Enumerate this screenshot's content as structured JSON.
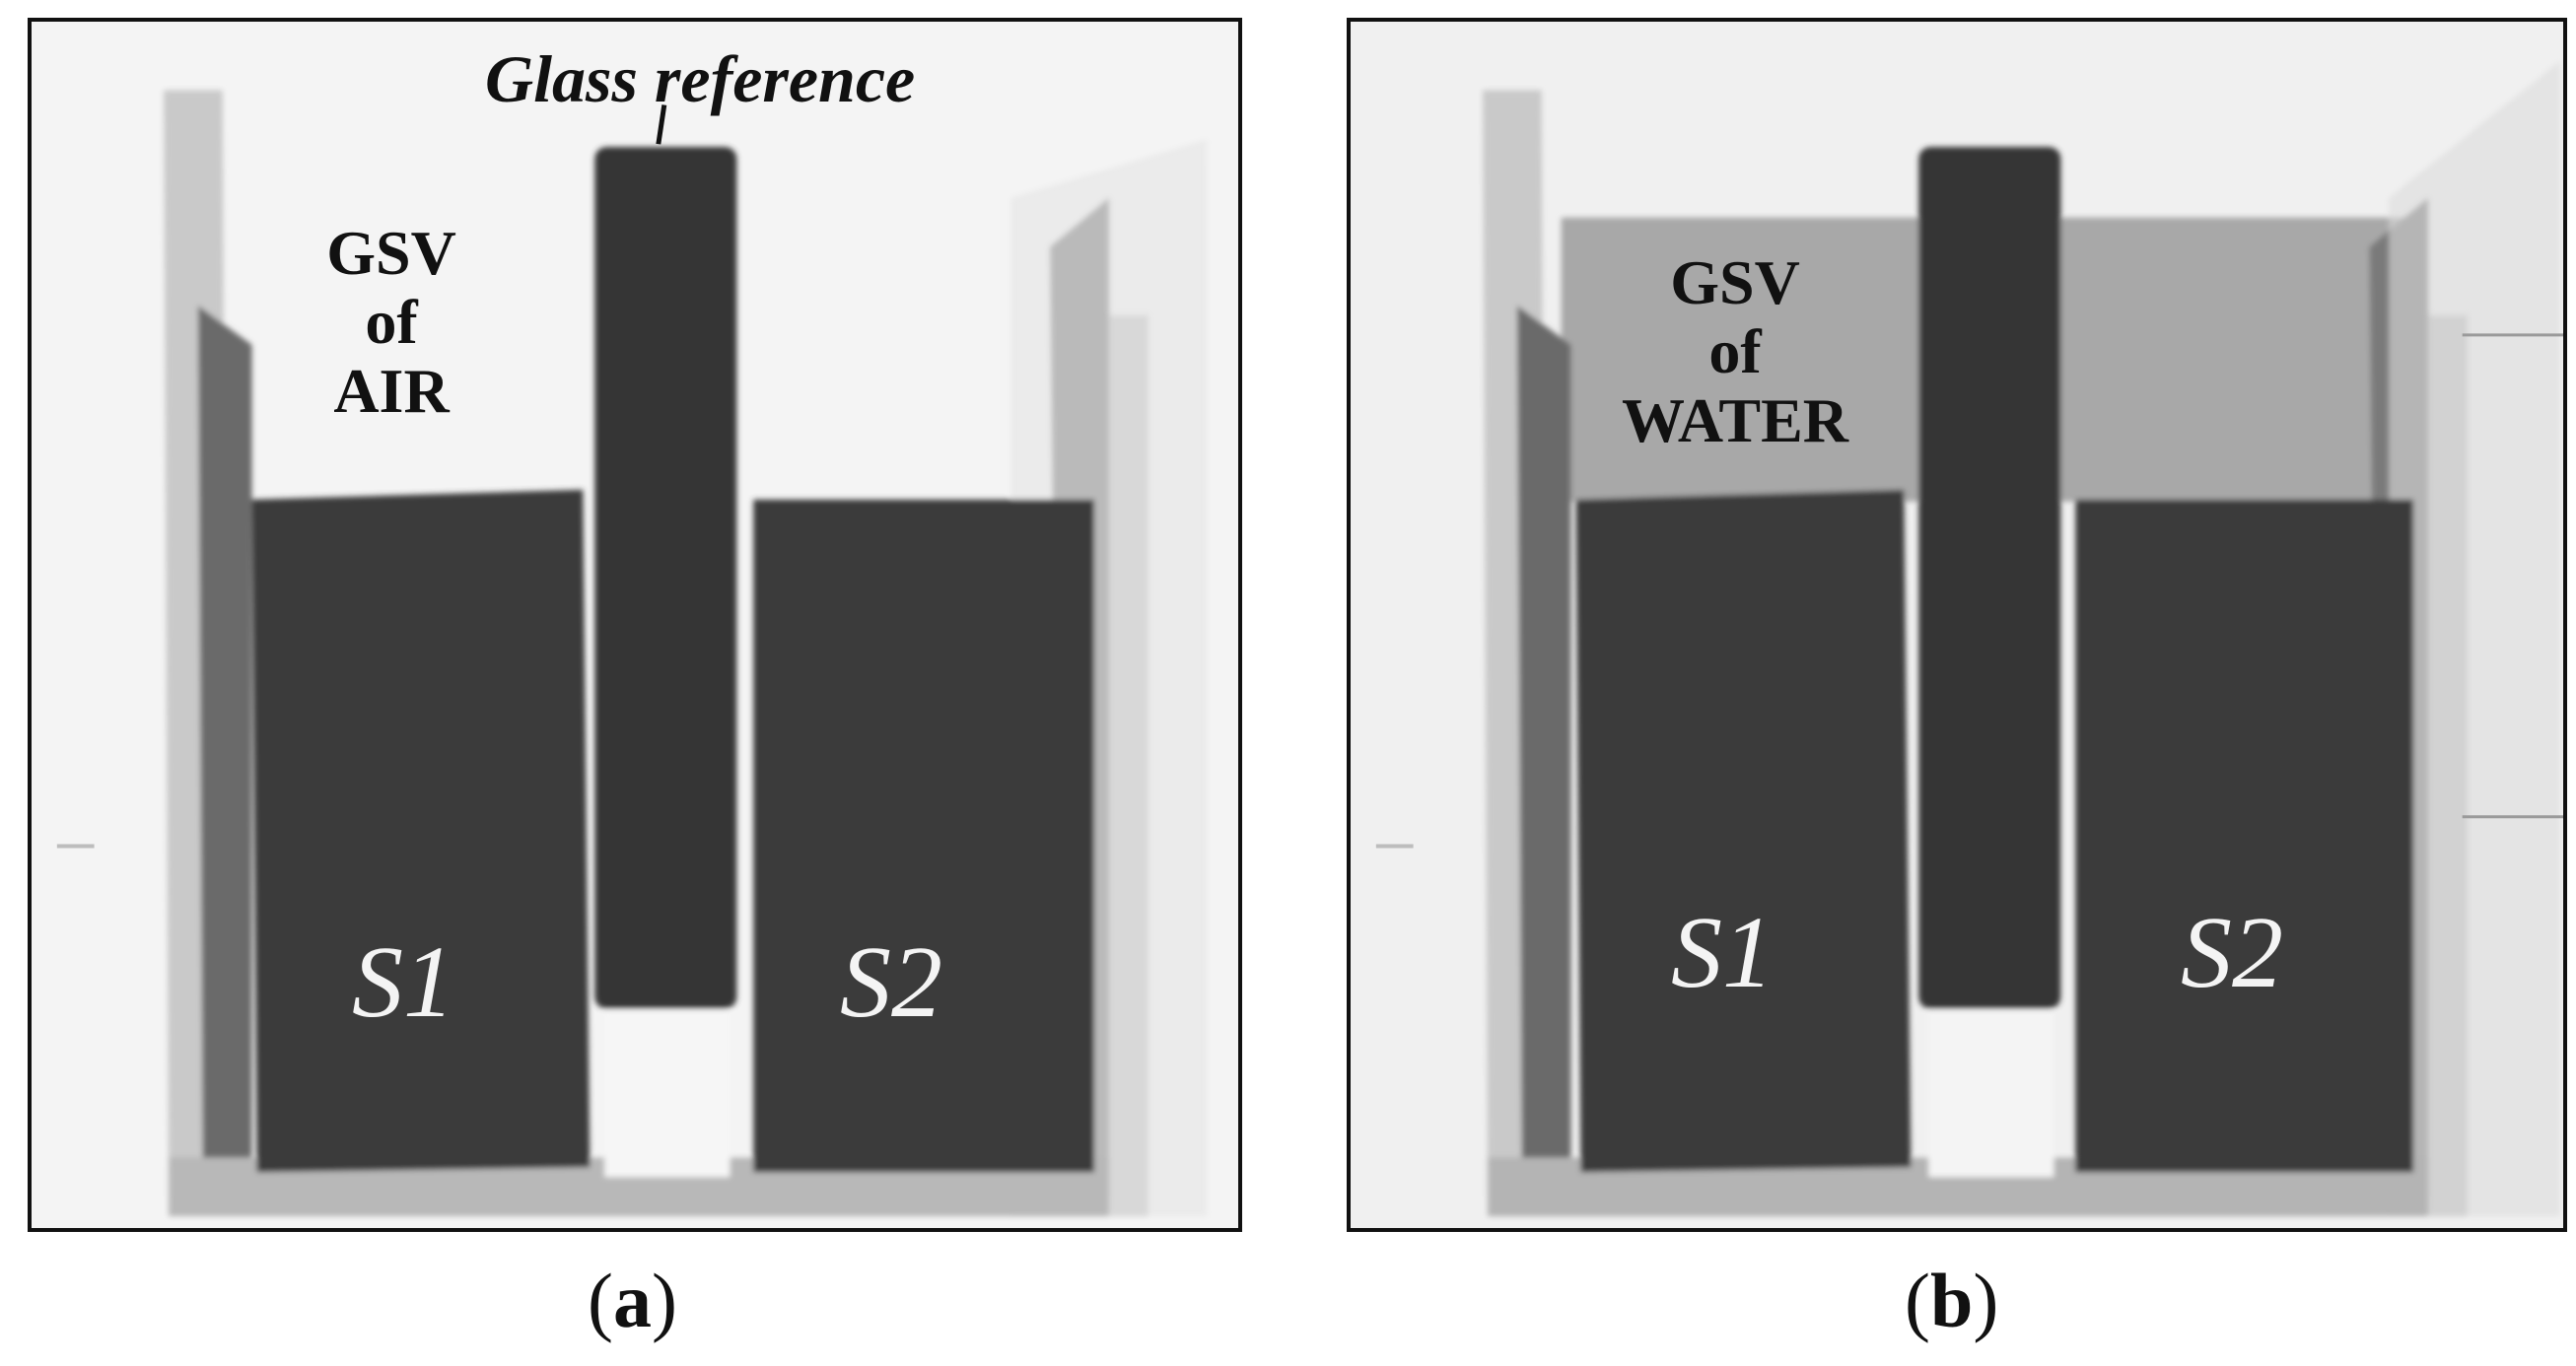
{
  "panels": [
    {
      "id": "a",
      "caption_open": "(",
      "caption_letter": "a",
      "caption_close": ")",
      "region_lines": [
        "GSV",
        "of",
        "AIR"
      ],
      "sample_left": "S1",
      "sample_right": "S2",
      "region_color": "#f3f3f3"
    },
    {
      "id": "b",
      "caption_open": "(",
      "caption_letter": "b",
      "caption_close": ")",
      "region_lines": [
        "GSV",
        "of",
        "WATER"
      ],
      "sample_left": "S1",
      "sample_right": "S2",
      "region_color": "#a8a8a8"
    }
  ],
  "annotation": {
    "glass_reference": "Glass reference"
  },
  "colors": {
    "sample_dark": "#3b3b3b",
    "glass_dark": "#353535",
    "frame_border": "#111111"
  }
}
